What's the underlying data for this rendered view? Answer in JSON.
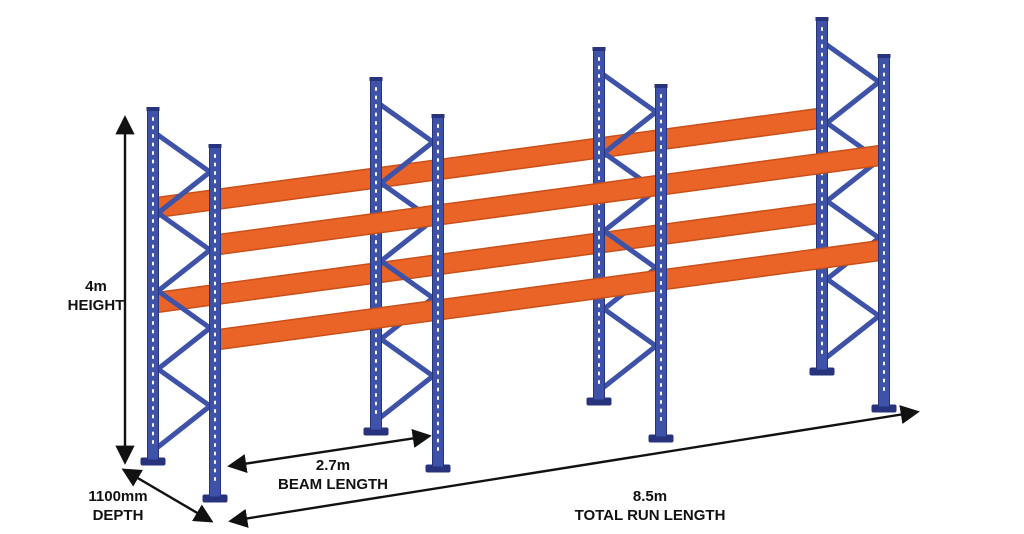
{
  "diagram": {
    "name": "pallet-racking-dimension-diagram",
    "view": "isometric",
    "frame_count": 4,
    "beam_levels": 2
  },
  "dimensions": {
    "height": {
      "value": "4m",
      "label": "HEIGHT"
    },
    "depth": {
      "value": "1100mm",
      "label": "DEPTH"
    },
    "beam_length": {
      "value": "2.7m",
      "label": "BEAM LENGTH"
    },
    "total_run": {
      "value": "8.5m",
      "label": "TOTAL RUN LENGTH"
    }
  },
  "colors": {
    "upright-blue": "#3e52a8",
    "upright-dark": "#27337d",
    "perforation-white": "#ffffff",
    "beam-orange": "#ea6327",
    "beam-dark": "#c9501a",
    "dimension-black": "#111111",
    "background": "#ffffff"
  }
}
